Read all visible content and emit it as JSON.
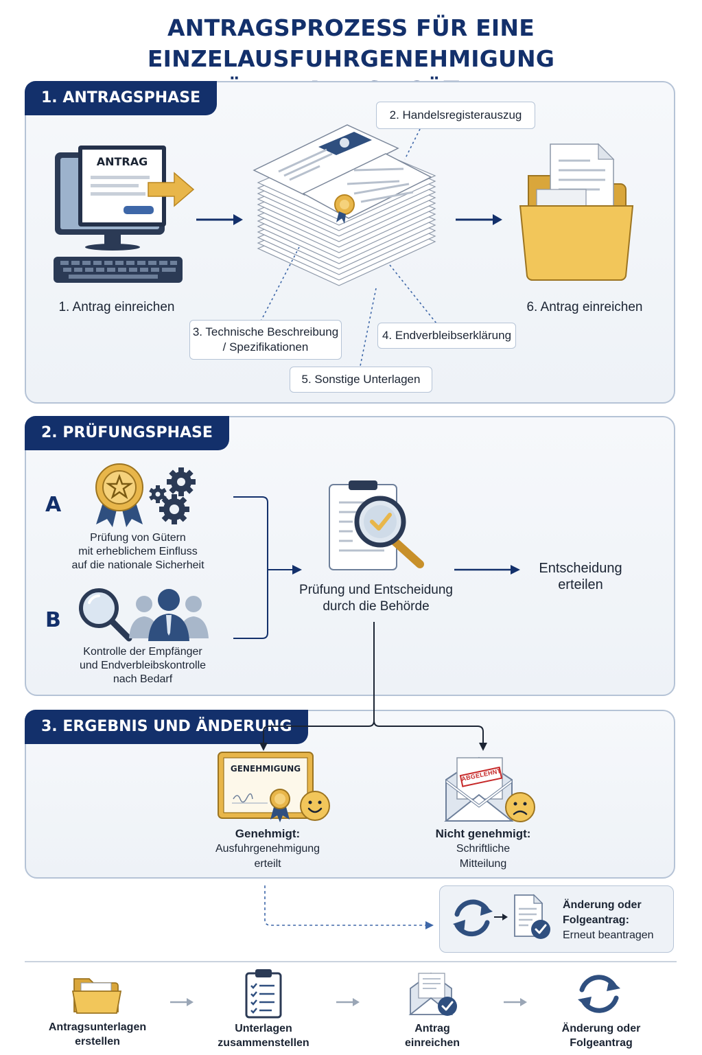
{
  "title": {
    "line1": "ANTRAGSPROZESS FÜR EINE EINZELAUSFUHRGENEHMIGUNG",
    "line2": "FÜR DUAL-USE GÜTER"
  },
  "phase1": {
    "tab": "1. ANTRAGSPHASE",
    "screen_heading": "ANTRAG",
    "computer_label": "1. Antrag einreichen",
    "doc_box_2": "2. Handelsregisterauszug",
    "doc_box_3_line1": "3. Technische Beschreibung",
    "doc_box_3_line2": "/ Spezifikationen",
    "doc_box_4": "4. Endverbleibserklärung",
    "doc_box_5": "5. Sonstige Unterlagen",
    "folder_label": "6. Antrag einreichen"
  },
  "phase2": {
    "tab": "2. PRÜFUNGSPHASE",
    "a_letter": "A",
    "a_line1": "Prüfung von Gütern",
    "a_line2": "mit erheblichem Einfluss",
    "a_line3": "auf die nationale Sicherheit",
    "b_letter": "B",
    "b_line1": "Kontrolle der Empfänger",
    "b_line2": "und Endverbleibskontrolle",
    "b_line3": "nach Bedarf",
    "review_line1": "Prüfung und Entscheidung",
    "review_line2": "durch die Behörde",
    "decision_line1": "Entscheidung",
    "decision_line2": "erteilen"
  },
  "phase3": {
    "tab": "3. ERGEBNIS UND ÄNDERUNG",
    "cert_heading": "GENEHMIGUNG",
    "approved_title": "Genehmigt:",
    "approved_line1": "Ausfuhrgenehmigung",
    "approved_line2": "erteilt",
    "stamp_text": "ABGELEHNT",
    "rejected_title": "Nicht genehmigt:",
    "rejected_line1": "Schriftliche",
    "rejected_line2": "Mitteilung",
    "change_title1": "Änderung oder",
    "change_title2": "Folgeantrag:",
    "change_line": "Erneut beantragen"
  },
  "bottom_steps": [
    {
      "line1": "Antragsunterlagen",
      "line2": "erstellen",
      "icon": "folder-icon"
    },
    {
      "line1": "Unterlagen",
      "line2": "zusammenstellen",
      "icon": "clipboard-icon"
    },
    {
      "line1": "Antrag",
      "line2": "einreichen",
      "icon": "envelope-check-icon"
    },
    {
      "line1": "Änderung oder",
      "line2": "Folgeantrag",
      "icon": "refresh-icon"
    }
  ],
  "colors": {
    "navy": "#13306b",
    "gold": "#e8b64a",
    "panel_border": "#b5c3d6",
    "stamp_red": "#c62828"
  }
}
